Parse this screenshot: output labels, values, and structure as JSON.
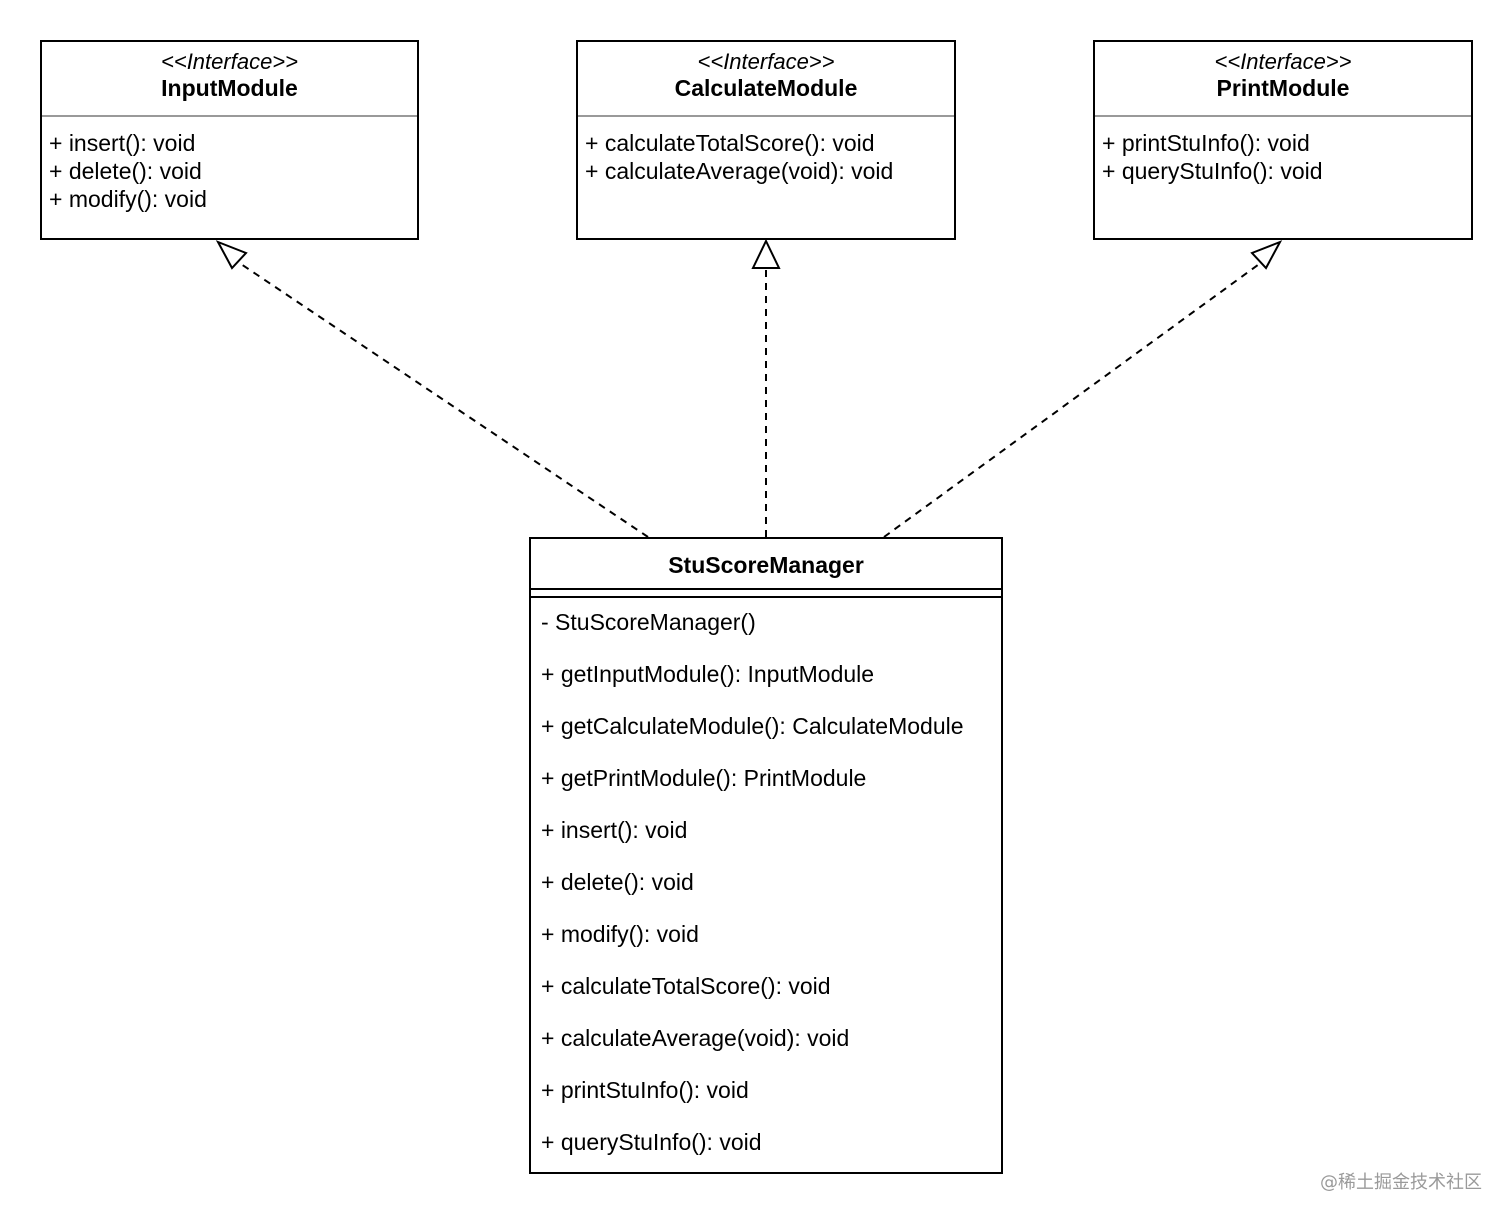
{
  "interfaces": [
    {
      "stereotype": "<<Interface>>",
      "name": "InputModule",
      "methods": [
        "+ insert(): void",
        "+ delete(): void",
        "+ modify(): void"
      ]
    },
    {
      "stereotype": "<<Interface>>",
      "name": "CalculateModule",
      "methods": [
        "+ calculateTotalScore(): void",
        "+ calculateAverage(void): void"
      ]
    },
    {
      "stereotype": "<<Interface>>",
      "name": "PrintModule",
      "methods": [
        "+ printStuInfo(): void",
        "+ queryStuInfo(): void"
      ]
    }
  ],
  "manager": {
    "name": "StuScoreManager",
    "methods": [
      "- StuScoreManager()",
      "+ getInputModule(): InputModule",
      "+ getCalculateModule(): CalculateModule",
      "+ getPrintModule(): PrintModule",
      "+ insert(): void",
      "+ delete(): void",
      "+ modify(): void",
      "+ calculateTotalScore(): void",
      "+ calculateAverage(void): void",
      "+ printStuInfo(): void",
      "+ queryStuInfo(): void"
    ]
  },
  "relations": [
    {
      "from": "StuScoreManager",
      "to": "InputModule",
      "type": "realization"
    },
    {
      "from": "StuScoreManager",
      "to": "CalculateModule",
      "type": "realization"
    },
    {
      "from": "StuScoreManager",
      "to": "PrintModule",
      "type": "realization"
    }
  ],
  "watermark": "@稀土掘金技术社区",
  "colors": {
    "line": "#000000",
    "separator": "#999999",
    "background": "#ffffff",
    "watermark": "#9a9a9a"
  }
}
